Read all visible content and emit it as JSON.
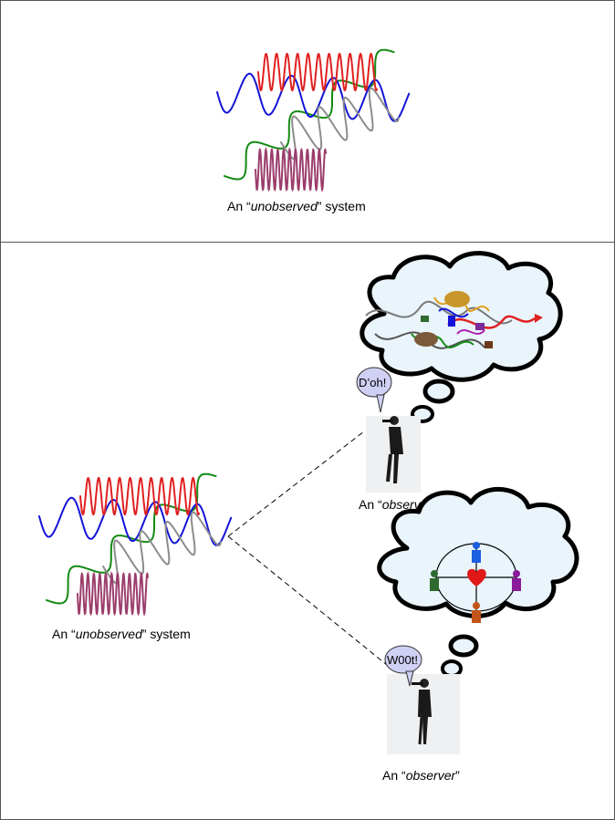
{
  "colors": {
    "red_wave": "#e02020",
    "blue_wave": "#1414d8",
    "green_wave": "#138a13",
    "gray_wave": "#8c8c8c",
    "purple_wave": "#9b3e6c",
    "bubble_fill": "#cfd0f4",
    "cloud_fill": "#e9f4fb"
  },
  "top_panel": {
    "caption_pre": "An “",
    "caption_em": "unobserved",
    "caption_post": "” system"
  },
  "bottom_panel": {
    "system_caption_pre": "An “",
    "system_caption_em": "unobserved",
    "system_caption_post": "” system",
    "observer_top": {
      "speech": "D’oh!",
      "caption_pre": "An “",
      "caption_em": "observer",
      "caption_post": "”"
    },
    "observer_bottom": {
      "speech": "W00t!",
      "caption_pre": "An “",
      "caption_em": "observer",
      "caption_post": "”"
    }
  }
}
